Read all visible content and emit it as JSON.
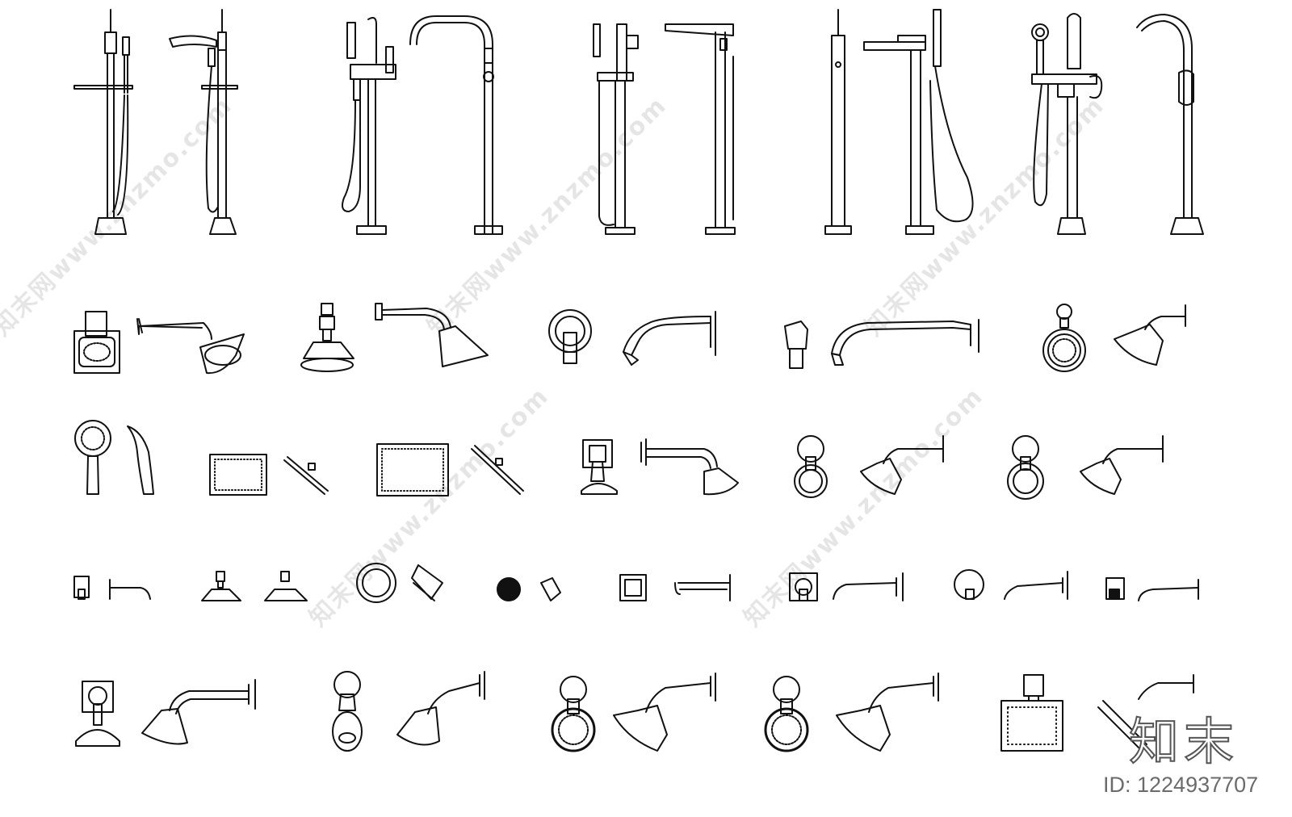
{
  "watermark": {
    "text": "知末网www.znzmo.com",
    "brand": "知末",
    "image_id": "ID: 1224937707"
  },
  "catalog": {
    "row1": [
      "freestanding-tub-filler-1",
      "freestanding-tub-filler-2",
      "freestanding-tub-filler-3",
      "freestanding-tub-filler-4",
      "freestanding-tub-filler-5"
    ],
    "row2": [
      "shower-head-set-1",
      "shower-head-set-2",
      "shower-head-set-3",
      "shower-head-set-4",
      "shower-head-set-5"
    ],
    "row3": [
      "hand-shower",
      "rain-head-small",
      "rain-head-large",
      "shower-head-set-6",
      "shower-head-set-7",
      "shower-head-set-8"
    ],
    "row4": [
      "trim-set-1",
      "shower-head-bell",
      "shower-head-round",
      "shower-head-mini",
      "trim-set-2",
      "trim-set-3",
      "trim-set-4",
      "trim-set-5"
    ],
    "row5": [
      "shower-head-set-9",
      "shower-head-set-10",
      "shower-head-set-11",
      "shower-head-set-12",
      "rain-head-square"
    ]
  }
}
